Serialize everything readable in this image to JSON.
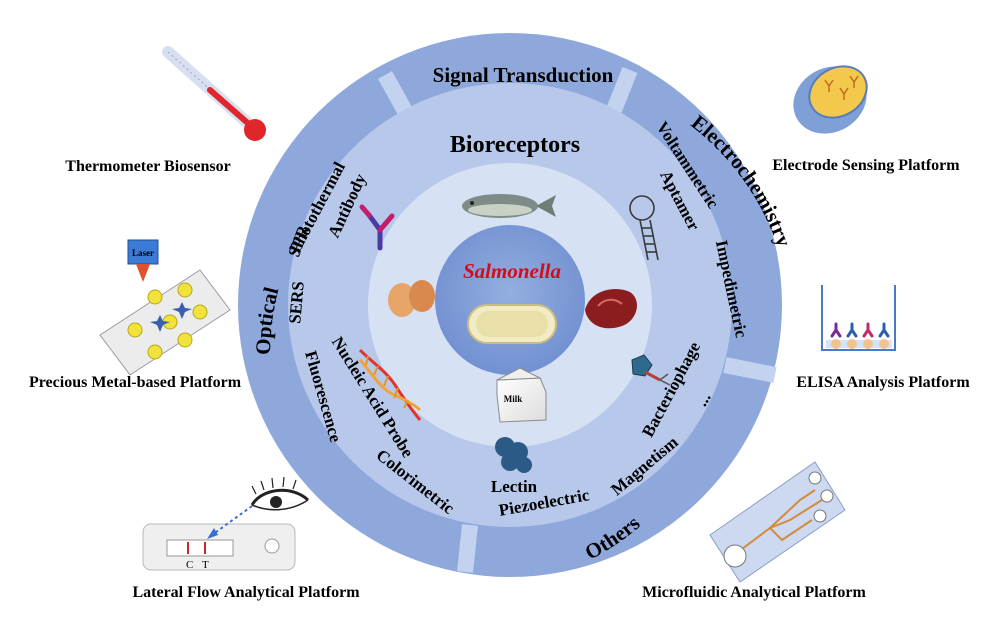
{
  "center": {
    "organism": "Salmonella"
  },
  "rings": {
    "outer": {
      "signal_transduction": "Signal Transduction",
      "electrochemistry": "Electrochemistry",
      "optical": "Optical",
      "others": "Others"
    },
    "methods": {
      "photothermal": "Photothermal",
      "spr": "SPR",
      "sers": "SERS",
      "fluorescence": "Fluorescence",
      "colorimetric": "Colorimetric",
      "piezoelectric": "Piezoelectric",
      "magnetism": "Magnetism",
      "voltammetric": "Voltammetric",
      "impedimetric": "Impedimetric",
      "ellipsis": "..."
    },
    "middle": {
      "title": "Bioreceptors",
      "antibody": "Antibody",
      "aptamer": "Aptamer",
      "nucleic_acid_probe": "Nucleic Acid Probe",
      "bacteriophage": "Bacteriophage",
      "lectin": "Lectin"
    },
    "inner": {
      "milk_carton": "Milk"
    }
  },
  "platforms": {
    "thermometer": "Thermometer Biosensor",
    "electrode": "Electrode Sensing Platform",
    "precious_metal": "Precious Metal-based Platform",
    "elisa": "ELISA Analysis Platform",
    "lateral_flow": "Lateral Flow Analytical Platform",
    "microfluidic": "Microfluidic Analytical Platform",
    "laser_tag": "Laser",
    "strip_c": "C",
    "strip_t": "T"
  },
  "colors": {
    "outer_ring": "#8fa8dc",
    "middle_ring": "#b7c8ea",
    "inner_ring": "#d7e1f4",
    "core": "#7e9ad6",
    "organism_text": "#d40b1a"
  }
}
